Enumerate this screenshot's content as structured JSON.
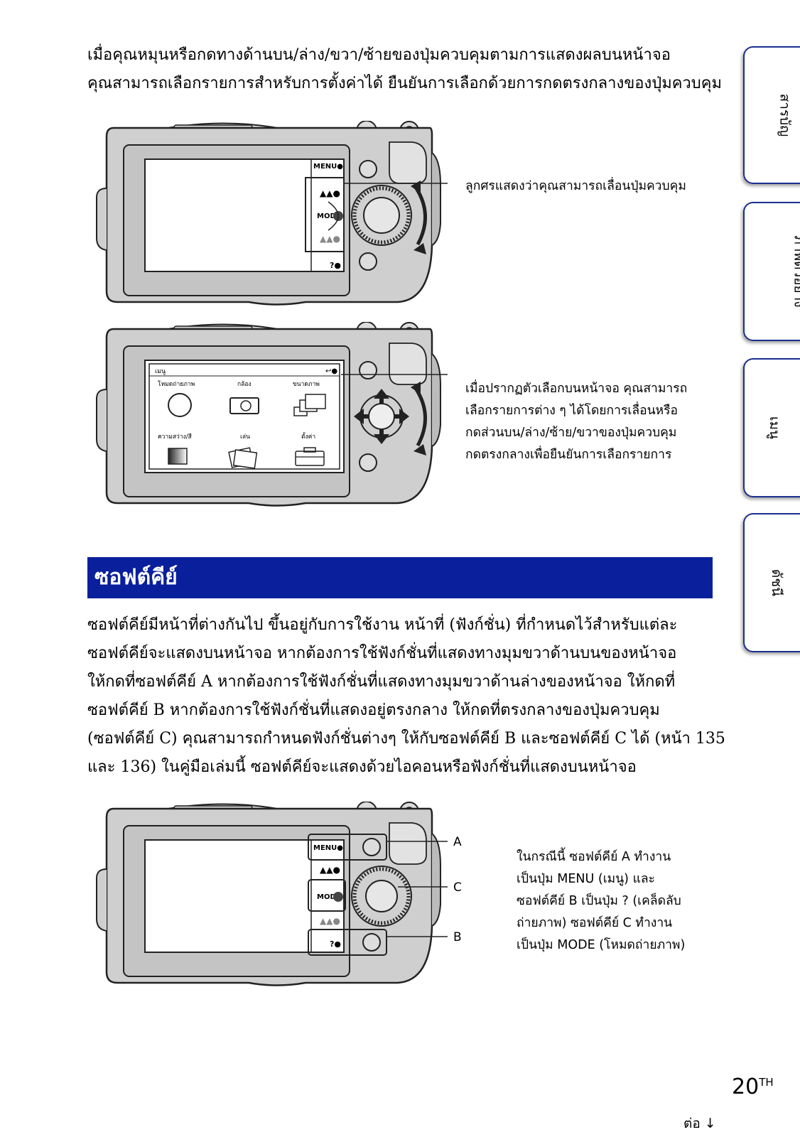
{
  "intro": {
    "lines": [
      "เมื่อคุณหมุนหรือกดทางด้านบน/ล่าง/ขวา/ซ้ายของปุ่มควบคุมตามการแสดงผลบนหน้าจอ",
      "คุณสามารถเลือกรายการสำหรับการตั้งค่าได้ ยืนยันการเลือกด้วยการกดตรงกลางของปุ่มควบคุม"
    ]
  },
  "figure1": {
    "callout": "ลูกศรแสดงว่าคุณสามารถเลื่อนปุ่มควบคุม",
    "screen": {
      "menu": "MENU●",
      "mode": "MODE",
      "help": "?●"
    }
  },
  "figure2": {
    "callout": [
      "เมื่อปรากฏตัวเลือกบนหน้าจอ คุณสามารถ",
      "เลือกรายการต่าง ๆ ได้โดยการเลื่อนหรือ",
      "กดส่วนบน/ล่าง/ซ้าย/ขวาของปุ่มควบคุม",
      "กดตรงกลางเพื่อยืนยันการเลือกรายการ"
    ],
    "menu_screen": {
      "title": "เมนู",
      "back": "↩●",
      "items": [
        "โหมดถ่ายภาพ",
        "กล้อง",
        "ขนาดภาพ",
        "ความสว่าง/สี",
        "เล่น",
        "ตั้งค่า"
      ]
    }
  },
  "section": {
    "title": "ซอฟต์คีย์",
    "body": [
      "ซอฟต์คีย์มีหน้าที่ต่างกันไป ขึ้นอยู่กับการใช้งาน หน้าที่ (ฟังก์ชั่น) ที่กำหนดไว้สำหรับแต่ละ",
      "ซอฟต์คีย์จะแสดงบนหน้าจอ หากต้องการใช้ฟังก์ชั่นที่แสดงทางมุมขวาด้านบนของหน้าจอ",
      "ให้กดที่ซอฟต์คีย์ A หากต้องการใช้ฟังก์ชั่นที่แสดงทางมุมขวาด้านล่างของหน้าจอ ให้กดที่",
      "ซอฟต์คีย์ B หากต้องการใช้ฟังก์ชั่นที่แสดงอยู่ตรงกลาง ให้กดที่ตรงกลางของปุ่มควบคุม",
      "(ซอฟต์คีย์ C) คุณสามารถกำหนดฟังก์ชั่นต่างๆ ให้กับซอฟต์คีย์ B และซอฟต์คีย์ C ได้ (หน้า 135",
      "และ 136) ในคู่มือเล่มนี้ ซอฟต์คีย์จะแสดงด้วยไอคอนหรือฟังก์ชั่นที่แสดงบนหน้าจอ"
    ]
  },
  "figure3": {
    "labels": {
      "a": "A",
      "b": "B",
      "c": "C"
    },
    "screen": {
      "menu": "MENU●",
      "mode": "MODE",
      "help": "?●"
    },
    "callout": [
      "ในกรณีนี้ ซอฟต์คีย์ A ทำงาน",
      "เป็นปุ่ม MENU (เมนู) และ",
      "ซอฟต์คีย์ B เป็นปุ่ม ? (เคล็ดลับ",
      "ถ่ายภาพ) ซอฟต์คีย์ C ทำงาน",
      "เป็นปุ่ม MODE (โหมดถ่ายภาพ)"
    ]
  },
  "side_tabs": [
    {
      "label": "สารบัญ"
    },
    {
      "label": "ภาพตัวอย่าง"
    },
    {
      "label": "เมนู"
    },
    {
      "label": "ดัชนี"
    }
  ],
  "footer": {
    "page": "20",
    "suffix": "TH",
    "continue": "ต่อ ↓"
  }
}
